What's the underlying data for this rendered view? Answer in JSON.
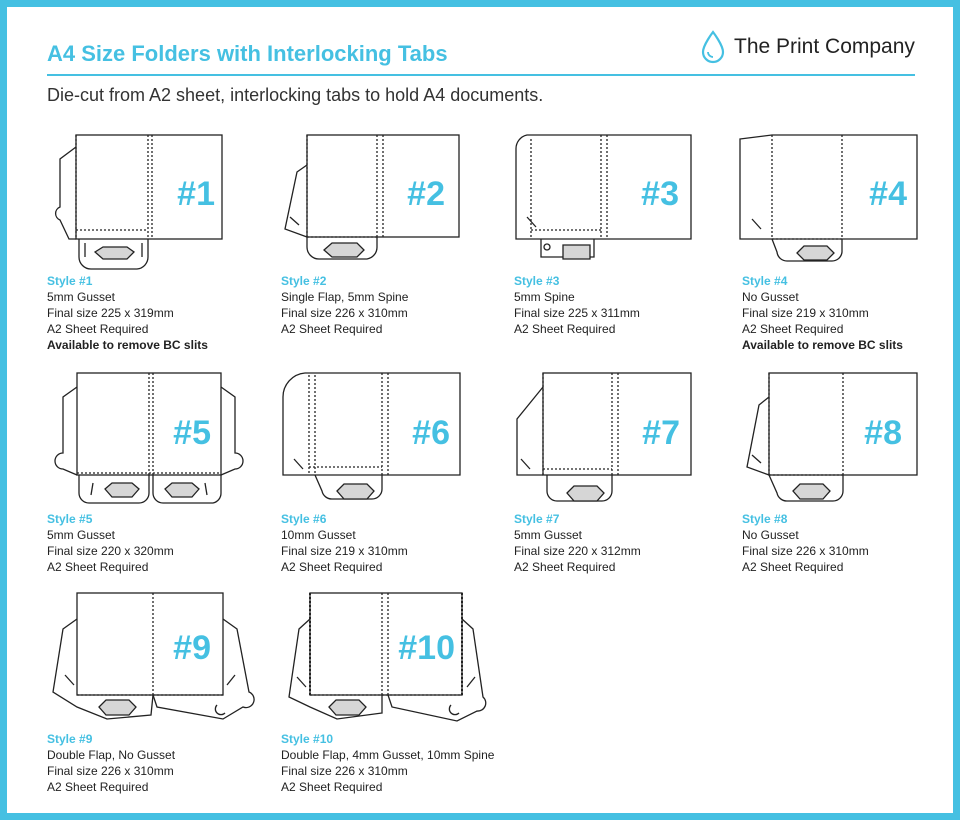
{
  "header": {
    "title": "A4 Size Folders with Interlocking Tabs",
    "brand_name": "The Print Company",
    "brand_icon": "droplet-icon",
    "subtitle": "Die-cut from A2 sheet, interlocking tabs to hold A4 documents."
  },
  "colors": {
    "accent": "#45c0e2",
    "slot": "#d6d6d6",
    "line": "#222222"
  },
  "styles": [
    {
      "number": "#1",
      "title": "Style #1",
      "lines": [
        "5mm Gusset",
        "Final size 225 x 319mm",
        "A2 Sheet Required"
      ],
      "note": "Available to remove BC slits"
    },
    {
      "number": "#2",
      "title": "Style #2",
      "lines": [
        "Single Flap, 5mm Spine",
        "Final size 226 x 310mm",
        "A2 Sheet Required"
      ],
      "note": ""
    },
    {
      "number": "#3",
      "title": "Style #3",
      "lines": [
        "5mm Spine",
        "Final size 225 x 311mm",
        "A2 Sheet Required"
      ],
      "note": ""
    },
    {
      "number": "#4",
      "title": "Style #4",
      "lines": [
        "No Gusset",
        "Final size 219 x 310mm",
        "A2 Sheet Required"
      ],
      "note": "Available to remove BC slits"
    },
    {
      "number": "#5",
      "title": "Style #5",
      "lines": [
        "5mm Gusset",
        "Final size 220 x 320mm",
        "A2 Sheet Required"
      ],
      "note": ""
    },
    {
      "number": "#6",
      "title": "Style #6",
      "lines": [
        "10mm Gusset",
        "Final size 219 x 310mm",
        "A2 Sheet Required"
      ],
      "note": ""
    },
    {
      "number": "#7",
      "title": "Style #7",
      "lines": [
        "5mm Gusset",
        "Final size 220 x 312mm",
        "A2 Sheet Required"
      ],
      "note": ""
    },
    {
      "number": "#8",
      "title": "Style #8",
      "lines": [
        "No Gusset",
        "Final size 226 x 310mm",
        "A2 Sheet Required"
      ],
      "note": ""
    },
    {
      "number": "#9",
      "title": "Style #9",
      "lines": [
        "Double Flap, No Gusset",
        "Final size 226 x 310mm",
        "A2 Sheet Required"
      ],
      "note": ""
    },
    {
      "number": "#10",
      "title": "Style #10",
      "lines": [
        "Double Flap, 4mm Gusset, 10mm Spine",
        "Final size 226 x 310mm",
        "A2 Sheet Required"
      ],
      "note": ""
    }
  ]
}
